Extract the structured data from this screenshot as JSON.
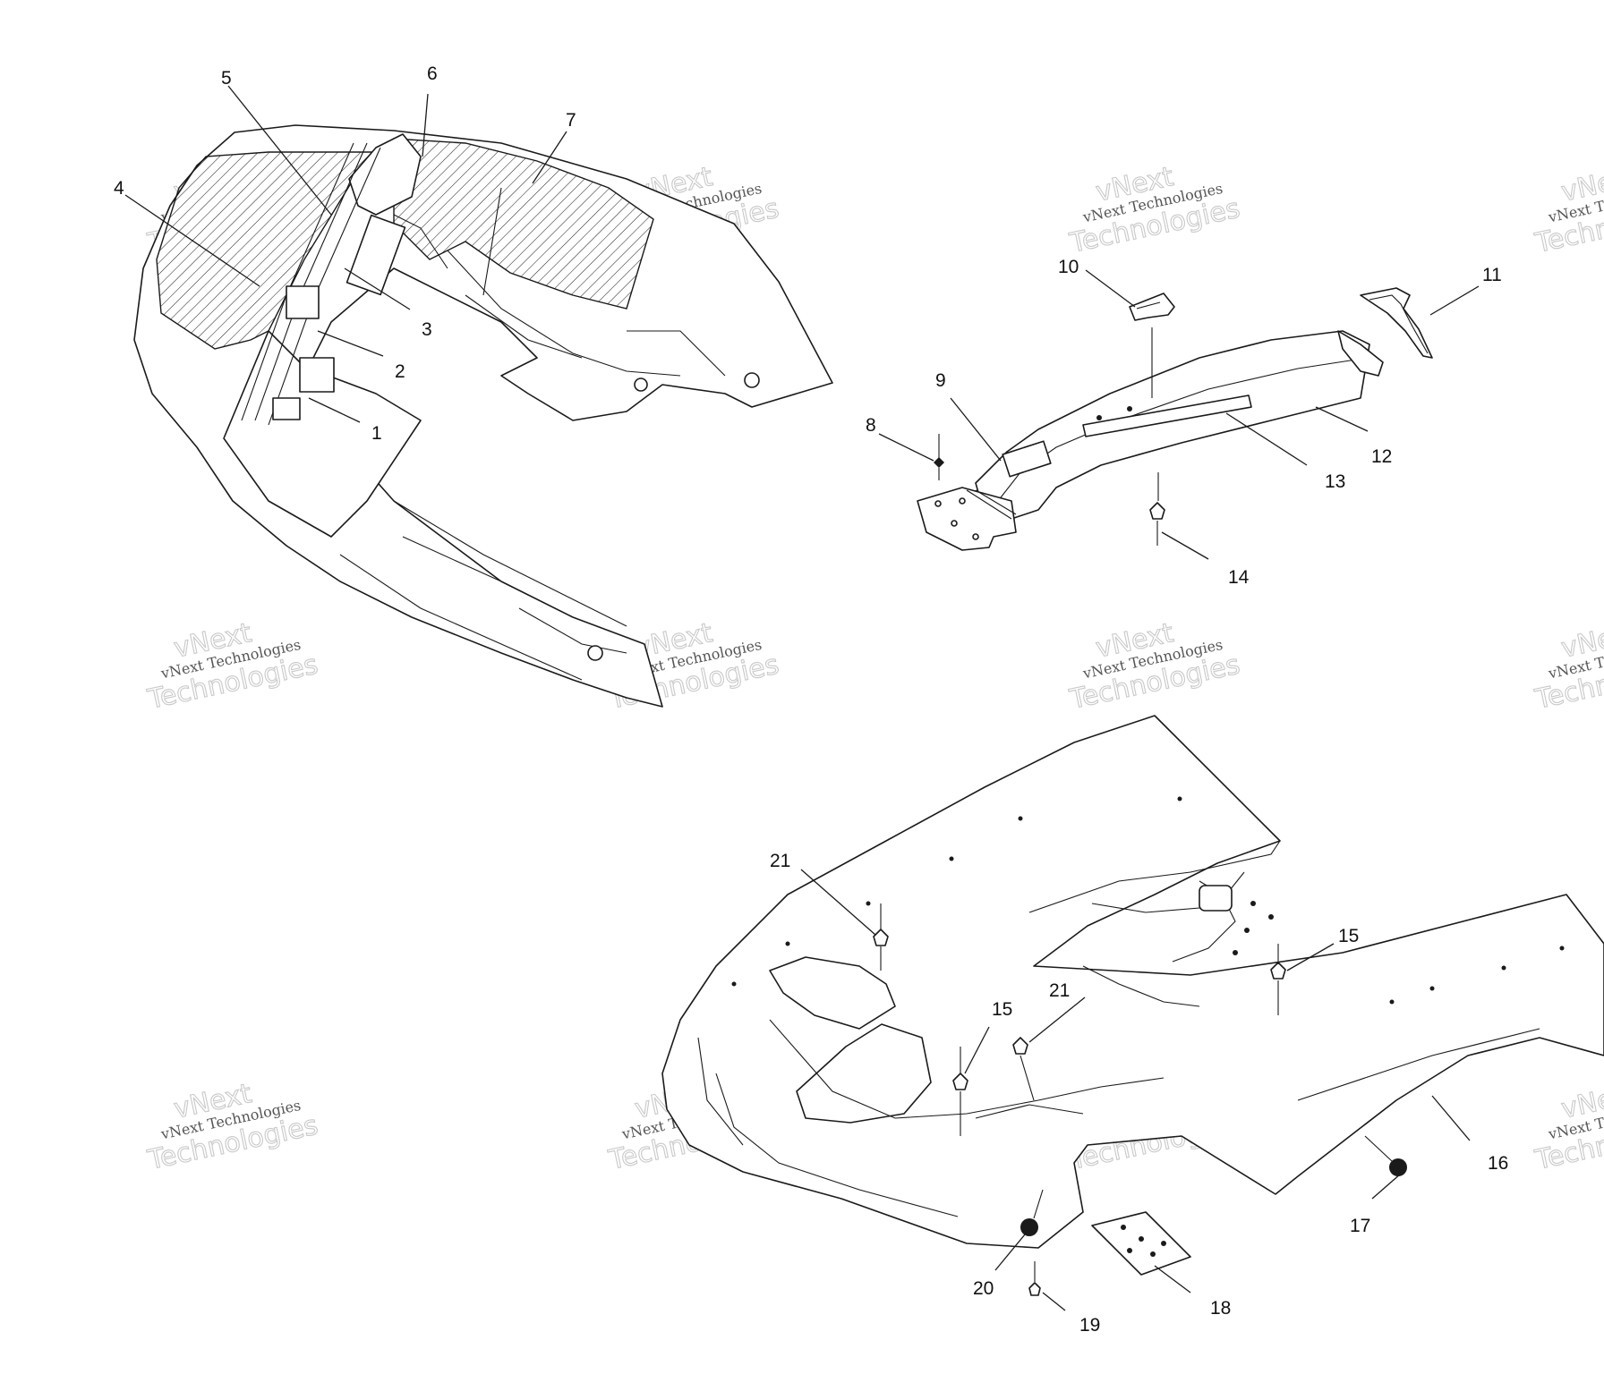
{
  "watermark": {
    "line1": "vNext",
    "line2": "vNext Technologies",
    "line3": "Technologies"
  },
  "callouts": [
    {
      "id": "c1",
      "text": "1"
    },
    {
      "id": "c2",
      "text": "2"
    },
    {
      "id": "c3",
      "text": "3"
    },
    {
      "id": "c4",
      "text": "4"
    },
    {
      "id": "c5",
      "text": "5"
    },
    {
      "id": "c6",
      "text": "6"
    },
    {
      "id": "c7",
      "text": "7"
    },
    {
      "id": "c8",
      "text": "8"
    },
    {
      "id": "c9",
      "text": "9"
    },
    {
      "id": "c10",
      "text": "10"
    },
    {
      "id": "c11",
      "text": "11"
    },
    {
      "id": "c12",
      "text": "12"
    },
    {
      "id": "c13",
      "text": "13"
    },
    {
      "id": "c14",
      "text": "14"
    },
    {
      "id": "c15a",
      "text": "15"
    },
    {
      "id": "c15b",
      "text": "15"
    },
    {
      "id": "c16",
      "text": "16"
    },
    {
      "id": "c17",
      "text": "17"
    },
    {
      "id": "c18",
      "text": "18"
    },
    {
      "id": "c19",
      "text": "19"
    },
    {
      "id": "c20",
      "text": "20"
    },
    {
      "id": "c21a",
      "text": "21"
    },
    {
      "id": "c21b",
      "text": "21"
    }
  ]
}
